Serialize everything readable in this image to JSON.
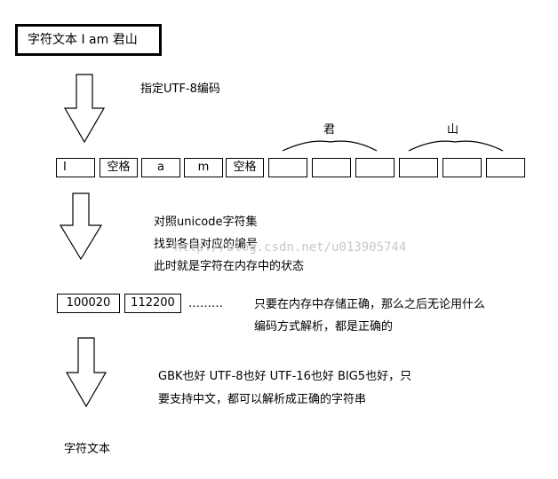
{
  "source_text": "字符文本 I am 君山",
  "step1_label": "指定UTF-8编码",
  "group_labels": [
    "君",
    "山"
  ],
  "cells": [
    "I",
    "空格",
    "a",
    "m",
    "空格",
    "",
    "",
    "",
    "",
    "",
    ""
  ],
  "step2_lines": [
    "对照unicode字符集",
    "找到各自对应的编号",
    "此时就是字符在内存中的状态"
  ],
  "watermark": "http://blog.csdn.net/u013905744",
  "codes": [
    "100020",
    "112200"
  ],
  "ellipsis": "………",
  "note_lines": [
    "只要在内存中存储正确，那么之后无论用什么",
    "编码方式解析，都是正确的"
  ],
  "step3_lines": [
    "GBK也好 UTF-8也好 UTF-16也好 BIG5也好，只",
    "要支持中文，都可以解析成正确的字符串"
  ],
  "result_text": "字符文本"
}
